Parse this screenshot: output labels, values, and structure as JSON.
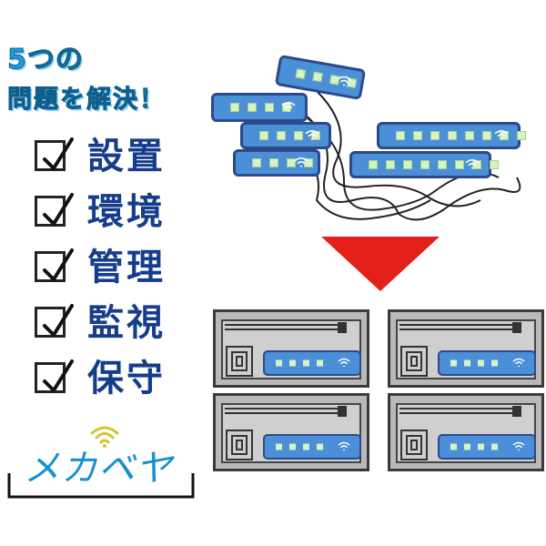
{
  "headline": {
    "line1": "5つの",
    "line2": "問題を解決！"
  },
  "checklist": [
    {
      "label": "設置",
      "checked": true
    },
    {
      "label": "環境",
      "checked": true
    },
    {
      "label": "管理",
      "checked": true
    },
    {
      "label": "監視",
      "checked": true
    },
    {
      "label": "保守",
      "checked": true
    }
  ],
  "logo": {
    "text": "メカベヤ",
    "icon": "wifi-icon"
  },
  "colors": {
    "headline": "#1e9ae0",
    "label": "#163d8c",
    "strip": "#4a8fd8",
    "arrow": "#e3211a",
    "box": "#b9b9b9"
  },
  "illustration": {
    "top": "tangled-power-strips",
    "arrow": "down-arrow-icon",
    "bottom": "rack-enclosures"
  }
}
